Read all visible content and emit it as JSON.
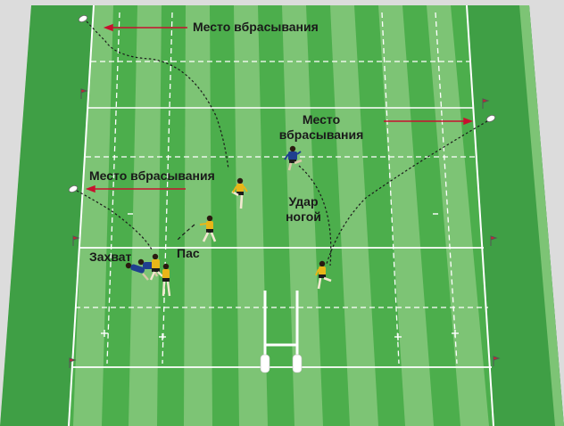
{
  "diagram": {
    "labels": {
      "throw_in_top": "Место вбрасывания",
      "throw_in_right_line1": "Место",
      "throw_in_right_line2": "вбрасывания",
      "throw_in_left": "Место вбрасывания",
      "kick_line1": "Удар",
      "kick_line2": "ногой",
      "pass": "Пас",
      "tackle": "Захват"
    },
    "colors": {
      "pitch_dark": "#4cae4c",
      "pitch_light": "#7dc475",
      "in_goal": "#3f9f45",
      "side_edge": "#0d7a2c",
      "background": "#dcdcdc",
      "arrow_red": "#c8102e",
      "team_blue": "#1f3f8f",
      "team_yellow": "#e8b619"
    }
  }
}
